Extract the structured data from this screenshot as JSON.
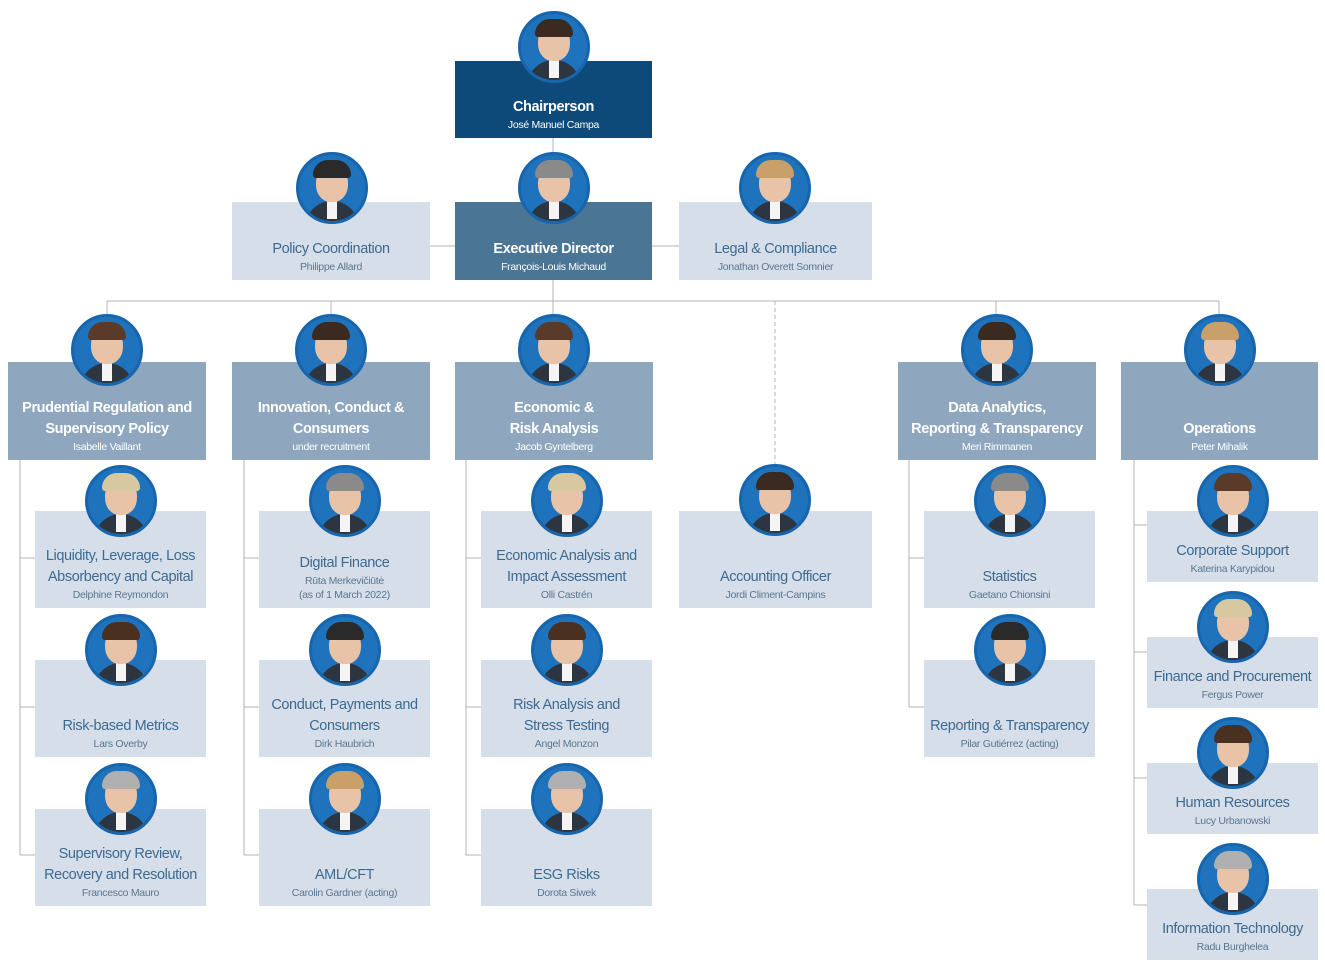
{
  "colors": {
    "chair": "#0e4a79",
    "executive": "#4a7595",
    "department": "#8ea7bf",
    "unit": "#d6dfe9",
    "unit_text": "#3c6a92",
    "connector": "#b3b3b3",
    "avatar_ring": "#1765ac"
  },
  "chair": {
    "title": "Chairperson",
    "name": "José Manuel Campa"
  },
  "executive": {
    "title": "Executive Director",
    "name": "François-Louis Michaud"
  },
  "side_units": [
    {
      "title": "Policy Coordination",
      "name": "Philippe Allard"
    },
    {
      "title": "Legal & Compliance",
      "name": "Jonathan Overett Somnier"
    }
  ],
  "departments": [
    {
      "title": "Prudential Regulation and\nSupervisory Policy",
      "name": "Isabelle Vaillant",
      "units": [
        {
          "title": "Liquidity, Leverage, Loss\nAbsorbency and Capital",
          "name": "Delphine Reymondon"
        },
        {
          "title": "Risk-based Metrics",
          "name": "Lars Overby"
        },
        {
          "title": "Supervisory Review,\nRecovery and Resolution",
          "name": "Francesco Mauro"
        }
      ]
    },
    {
      "title": "Innovation, Conduct &\nConsumers",
      "name": "under recruitment",
      "units": [
        {
          "title": "Digital Finance",
          "name": "Rūta Merkevičiūtė\n(as of 1 March 2022)"
        },
        {
          "title": "Conduct, Payments and\nConsumers",
          "name": "Dirk Haubrich"
        },
        {
          "title": "AML/CFT",
          "name": "Carolin Gardner (acting)"
        }
      ]
    },
    {
      "title": "Economic &\nRisk Analysis",
      "name": "Jacob Gyntelberg",
      "units": [
        {
          "title": "Economic Analysis and\nImpact Assessment",
          "name": "Olli Castrén"
        },
        {
          "title": "Risk Analysis and\nStress Testing",
          "name": "Angel Monzon"
        },
        {
          "title": "ESG Risks",
          "name": "Dorota Siwek"
        }
      ]
    },
    {
      "title": "Data Analytics,\nReporting & Transparency",
      "name": "Meri Rimmanen",
      "units": [
        {
          "title": "Statistics",
          "name": "Gaetano Chionsini"
        },
        {
          "title": "Reporting & Transparency",
          "name": "Pilar Gutiérrez (acting)"
        }
      ]
    },
    {
      "title": "Operations",
      "name": "Peter Mihalik",
      "units": [
        {
          "title": "Corporate Support",
          "name": "Katerina Karypidou"
        },
        {
          "title": "Finance and Procurement",
          "name": "Fergus Power"
        },
        {
          "title": "Human Resources",
          "name": "Lucy Urbanowski"
        },
        {
          "title": "Information Technology",
          "name": "Radu Burghelea"
        }
      ]
    }
  ],
  "accounting": {
    "title": "Accounting Officer",
    "name": "Jordi Climent-Campins"
  }
}
